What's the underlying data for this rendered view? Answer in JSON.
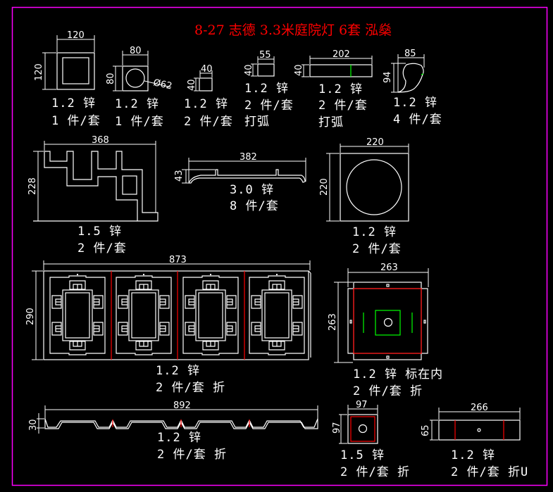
{
  "title": "8-27 志德 3.3米庭院灯 6套 泓燊",
  "colors": {
    "background": "#000000",
    "frame": "#ff00ff",
    "title": "#ff0000",
    "line": "#ffffff",
    "fold_line": "#ff0000",
    "marker": "#00ff00"
  },
  "parts": [
    {
      "id": "p1",
      "dims": [
        "120",
        "120"
      ],
      "material": "1.2 锌",
      "qty": "1 件/套",
      "note": ""
    },
    {
      "id": "p2",
      "dims": [
        "80",
        "80"
      ],
      "hole": "Ø62",
      "material": "1.2 锌",
      "qty": "1 件/套",
      "note": ""
    },
    {
      "id": "p3",
      "dims": [
        "40",
        "40"
      ],
      "material": "1.2 锌",
      "qty": "2 件/套",
      "note": ""
    },
    {
      "id": "p4",
      "dims": [
        "55",
        "40"
      ],
      "material": "1.2 锌",
      "qty": "2 件/套",
      "note": "打弧"
    },
    {
      "id": "p5",
      "dims": [
        "202",
        "40"
      ],
      "material": "1.2 锌",
      "qty": "2 件/套",
      "note": "打弧"
    },
    {
      "id": "p6",
      "dims": [
        "85",
        "94"
      ],
      "material": "1.2 锌",
      "qty": "4 件/套",
      "note": ""
    },
    {
      "id": "p7",
      "dims": [
        "368",
        "228"
      ],
      "material": "1.5 锌",
      "qty": "2 件/套",
      "note": ""
    },
    {
      "id": "p8",
      "dims": [
        "382",
        "43"
      ],
      "material": "3.0 锌",
      "qty": "8 件/套",
      "note": ""
    },
    {
      "id": "p9",
      "dims": [
        "220",
        "220"
      ],
      "material": "1.2 锌",
      "qty": "2 件/套",
      "note": ""
    },
    {
      "id": "p10",
      "dims": [
        "873",
        "290"
      ],
      "material": "1.2 锌",
      "qty": "2 件/套 折",
      "note": ""
    },
    {
      "id": "p11",
      "dims": [
        "263",
        "263"
      ],
      "material": "1.2 锌 标在内",
      "qty": "2 件/套 折",
      "note": ""
    },
    {
      "id": "p12",
      "dims": [
        "892",
        "30"
      ],
      "material": "1.2 锌",
      "qty": "2 件/套 折",
      "note": ""
    },
    {
      "id": "p13",
      "dims": [
        "97",
        "97"
      ],
      "material": "1.5 锌",
      "qty": "2 件/套 折",
      "note": ""
    },
    {
      "id": "p14",
      "dims": [
        "266",
        "65"
      ],
      "material": "1.2 锌",
      "qty": "2 件/套 折U",
      "note": ""
    }
  ]
}
